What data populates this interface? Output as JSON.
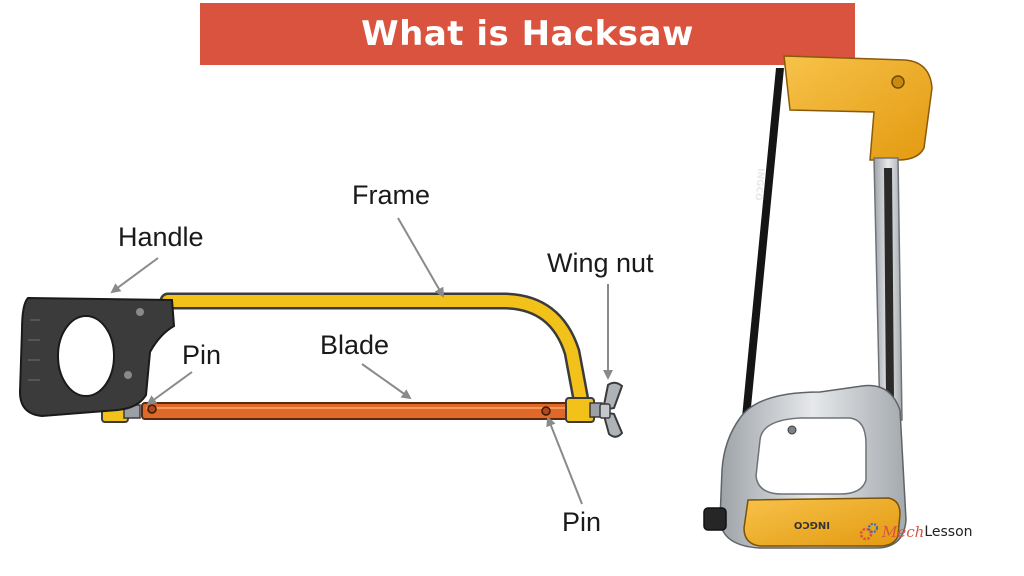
{
  "title": "What is Hacksaw",
  "labels": {
    "frame": "Frame",
    "handle": "Handle",
    "wing_nut": "Wing nut",
    "pin_left": "Pin",
    "blade": "Blade",
    "pin_bottom": "Pin"
  },
  "brand": {
    "prefix": "Mech",
    "suffix": "Lesson"
  },
  "product_text": {
    "blade_brand": "INGCO",
    "handle_brand": "INGCO"
  },
  "colors": {
    "banner": "#d9533f",
    "frame_yellow": "#f2c21b",
    "blade_orange": "#e0692a",
    "handle_dark": "#3b3b3b",
    "tool_yellow": "#f0a81c",
    "tool_silver": "#c9cdd2"
  }
}
